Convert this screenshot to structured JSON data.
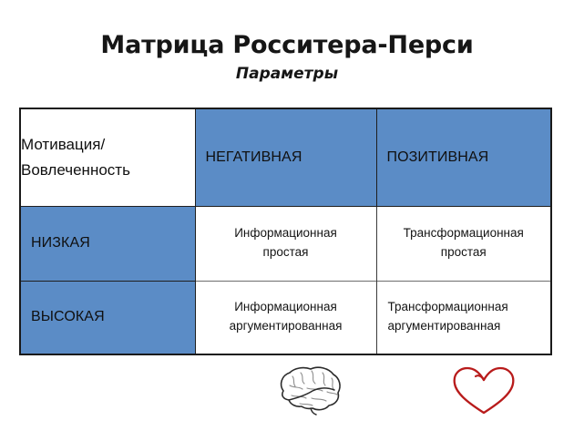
{
  "slide": {
    "main_title": "Матрица Росситера-Перси",
    "sub_title": "Параметры"
  },
  "colors": {
    "header_blue": "#5b8cc6",
    "border_dark": "#1a1a1a",
    "row_divider": "#6e6e6e",
    "text": "#101010",
    "heart_red": "#b81b1b",
    "brain_outline": "#2b2b2b"
  },
  "matrix": {
    "corner_header": {
      "line1": "Мотивация/",
      "line2": "Вовлеченность"
    },
    "column_headers": [
      "НЕГАТИВНАЯ",
      "ПОЗИТИВНАЯ"
    ],
    "row_headers": [
      "НИЗКАЯ",
      "ВЫСОКАЯ"
    ],
    "cells": [
      [
        {
          "line1": "Информационная",
          "line2": "простая",
          "align": "center"
        },
        {
          "line1": "Трансформационная",
          "line2": "простая",
          "align": "center"
        }
      ],
      [
        {
          "line1": "Информационная",
          "line2": "аргументированная",
          "align": "center"
        },
        {
          "line1": "Трансформационная",
          "line2": "аргументированная",
          "align": "left"
        }
      ]
    ]
  },
  "footer_icons": [
    {
      "name": "brain-icon",
      "column": "НЕГАТИВНАЯ"
    },
    {
      "name": "heart-icon",
      "column": "ПОЗИТИВНАЯ"
    }
  ]
}
